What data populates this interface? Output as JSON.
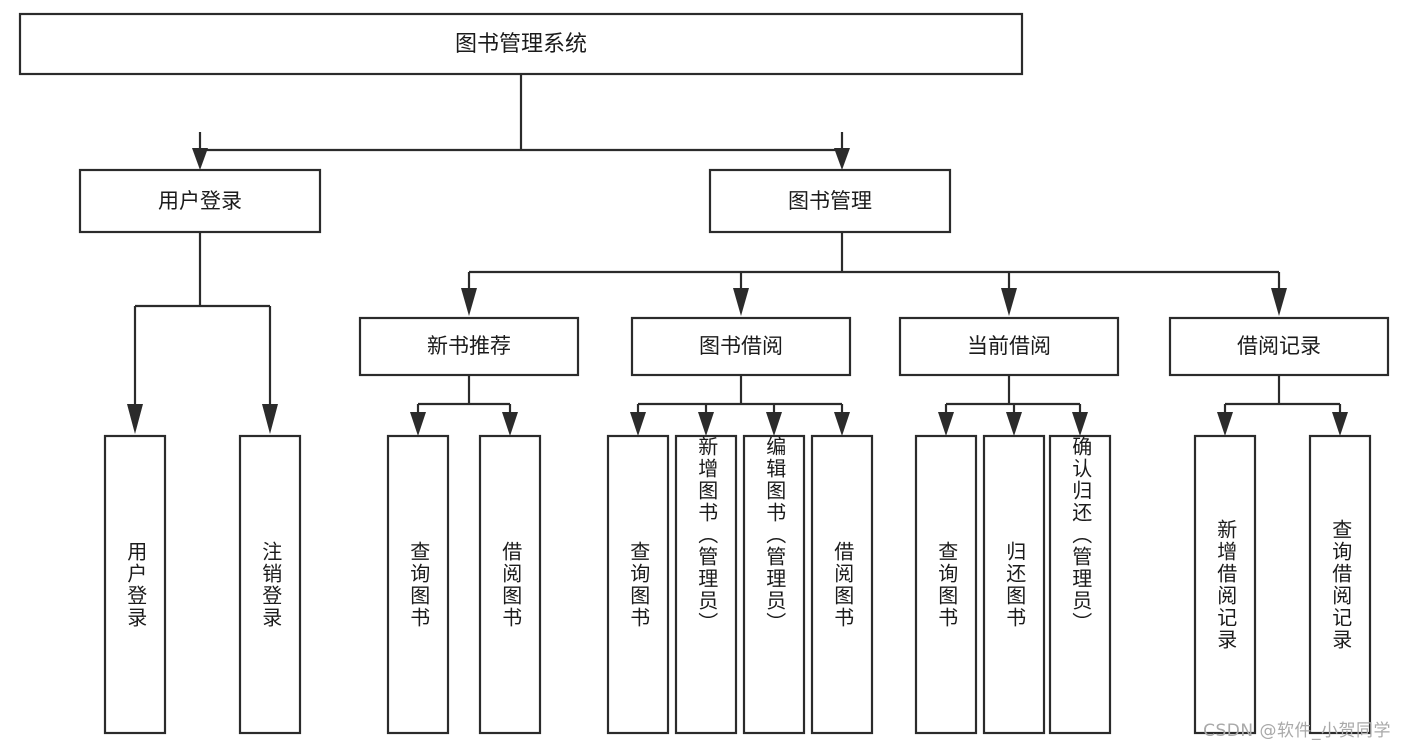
{
  "diagram": {
    "title": "图书管理系统",
    "type": "tree",
    "watermark": "CSDN @软件_小贺同学",
    "colors": {
      "stroke": "#2b2b2b",
      "fill": "#ffffff",
      "text": "#1b1b1b",
      "watermark": "#a9a9a9",
      "background": "#ffffff"
    },
    "root": {
      "label": "图书管理系统"
    },
    "level2": [
      {
        "label": "用户登录"
      },
      {
        "label": "图书管理"
      }
    ],
    "level3": [
      {
        "label": "新书推荐"
      },
      {
        "label": "图书借阅"
      },
      {
        "label": "当前借阅"
      },
      {
        "label": "借阅记录"
      }
    ],
    "leaves": {
      "user_login": [
        {
          "label": "用户登录"
        },
        {
          "label": "注销登录"
        }
      ],
      "new_book_recommend": [
        {
          "label": "查询图书"
        },
        {
          "label": "借阅图书"
        }
      ],
      "book_borrow": [
        {
          "label": "查询图书"
        },
        {
          "label": "新增图书（管理员）"
        },
        {
          "label": "编辑图书（管理员）"
        },
        {
          "label": "借阅图书"
        }
      ],
      "current_borrow": [
        {
          "label": "查询图书"
        },
        {
          "label": "归还图书"
        },
        {
          "label": "确认归还（管理员）"
        }
      ],
      "borrow_record": [
        {
          "label": "新增借阅记录"
        },
        {
          "label": "查询借阅记录"
        }
      ]
    }
  },
  "chart_data": {
    "type": "table",
    "title": "图书管理系统",
    "hierarchy": [
      {
        "level": 1,
        "label": "图书管理系统",
        "children": [
          {
            "level": 2,
            "label": "用户登录",
            "children": [
              {
                "level": 3,
                "label": "用户登录"
              },
              {
                "level": 3,
                "label": "注销登录"
              }
            ]
          },
          {
            "level": 2,
            "label": "图书管理",
            "children": [
              {
                "level": 3,
                "label": "新书推荐",
                "children": [
                  {
                    "level": 4,
                    "label": "查询图书"
                  },
                  {
                    "level": 4,
                    "label": "借阅图书"
                  }
                ]
              },
              {
                "level": 3,
                "label": "图书借阅",
                "children": [
                  {
                    "level": 4,
                    "label": "查询图书"
                  },
                  {
                    "level": 4,
                    "label": "新增图书（管理员）"
                  },
                  {
                    "level": 4,
                    "label": "编辑图书（管理员）"
                  },
                  {
                    "level": 4,
                    "label": "借阅图书"
                  }
                ]
              },
              {
                "level": 3,
                "label": "当前借阅",
                "children": [
                  {
                    "level": 4,
                    "label": "查询图书"
                  },
                  {
                    "level": 4,
                    "label": "归还图书"
                  },
                  {
                    "level": 4,
                    "label": "确认归还（管理员）"
                  }
                ]
              },
              {
                "level": 3,
                "label": "借阅记录",
                "children": [
                  {
                    "level": 4,
                    "label": "新增借阅记录"
                  },
                  {
                    "level": 4,
                    "label": "查询借阅记录"
                  }
                ]
              }
            ]
          }
        ]
      }
    ]
  }
}
